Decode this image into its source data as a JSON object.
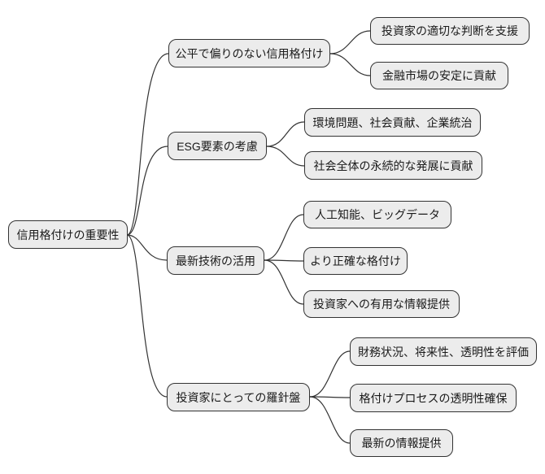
{
  "mindmap": {
    "root": {
      "label": "信用格付けの重要性"
    },
    "branches": [
      {
        "label": "公平で偏りのない信用格付け",
        "children": [
          {
            "label": "投資家の適切な判断を支援"
          },
          {
            "label": "金融市場の安定に貢献"
          }
        ]
      },
      {
        "label": "ESG要素の考慮",
        "children": [
          {
            "label": "環境問題、社会貢献、企業統治"
          },
          {
            "label": "社会全体の永続的な発展に貢献"
          }
        ]
      },
      {
        "label": "最新技術の活用",
        "children": [
          {
            "label": "人工知能、ビッグデータ"
          },
          {
            "label": "より正確な格付け"
          },
          {
            "label": "投資家への有用な情報提供"
          }
        ]
      },
      {
        "label": "投資家にとっての羅針盤",
        "children": [
          {
            "label": "財務状況、将来性、透明性を評価"
          },
          {
            "label": "格付けプロセスの透明性確保"
          },
          {
            "label": "最新の情報提供"
          }
        ]
      }
    ]
  },
  "colors": {
    "node_fill": "#ececec",
    "node_border": "#333333",
    "edge": "#333333",
    "text": "#1a1a1a",
    "background": "#ffffff"
  }
}
